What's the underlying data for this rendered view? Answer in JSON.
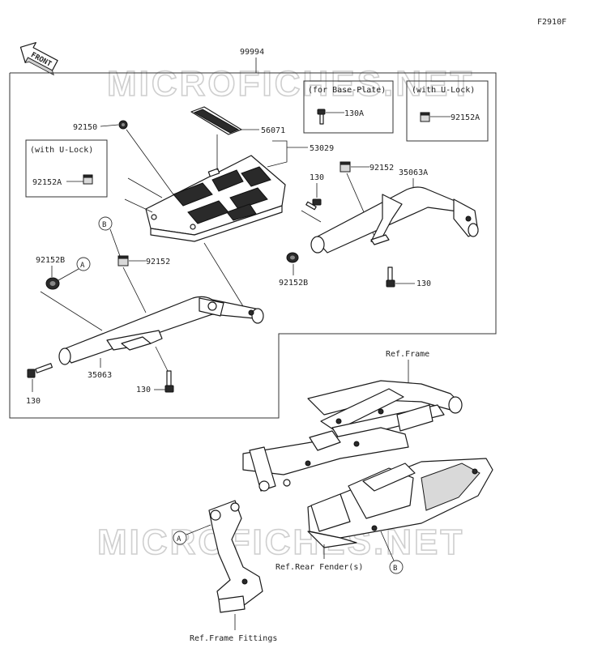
{
  "figure_code": "F2910F",
  "front_label": "FRONT",
  "watermark": "MICROFICHES.NET",
  "assembly": {
    "number": "99994"
  },
  "boxes": {
    "for_base_plate": {
      "title": "(for Base-Plate)",
      "part": "130A"
    },
    "with_u_lock_right": {
      "title": "(with U-Lock)",
      "part": "92152A"
    },
    "with_u_lock_left": {
      "title": "(with U-Lock)",
      "part": "92152A"
    }
  },
  "parts": {
    "p92150": "92150",
    "p56071": "56071",
    "p53029": "53029",
    "p130_a": "130",
    "p92152_top": "92152",
    "p35063A": "35063A",
    "p92152B_right": "92152B",
    "p130_b": "130",
    "p92152B_left": "92152B",
    "p92152_left": "92152",
    "p35063": "35063",
    "p130_c": "130",
    "p130_d": "130"
  },
  "callouts": {
    "a": "A",
    "b": "B"
  },
  "references": {
    "frame": "Ref.Frame",
    "rear_fender": "Ref.Rear Fender(s)",
    "frame_fittings": "Ref.Frame Fittings"
  }
}
